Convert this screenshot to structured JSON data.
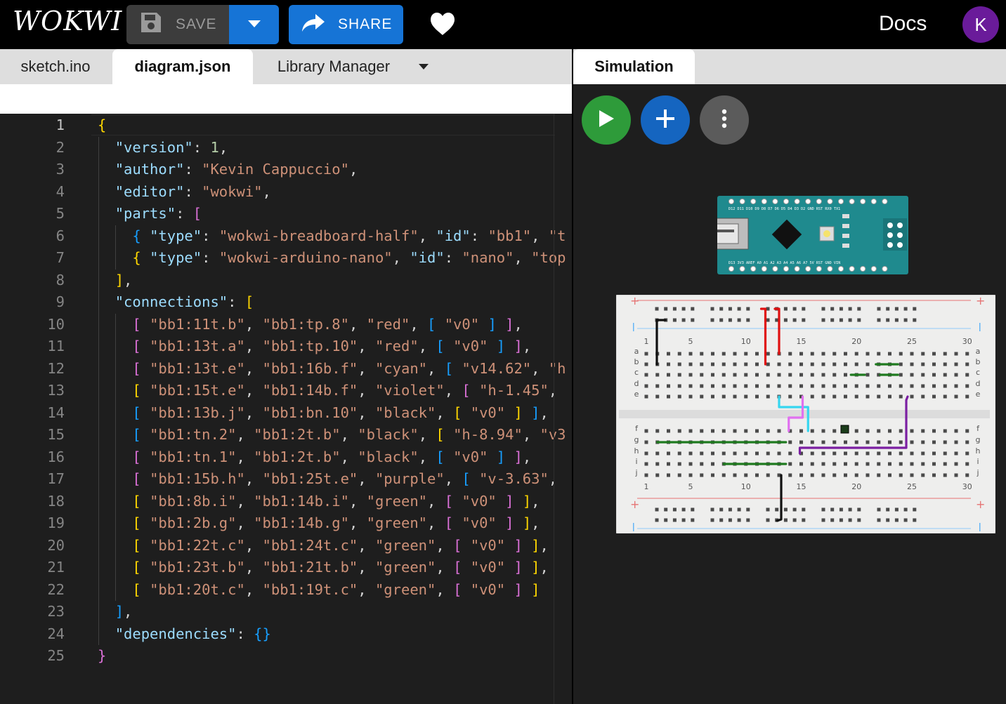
{
  "app": {
    "logo_text": "WOKWI",
    "save_label": "SAVE",
    "share_label": "SHARE",
    "docs_label": "Docs",
    "avatar_initial": "K",
    "colors": {
      "share_blue": "#1674d6",
      "avatar_purple": "#6a1b9a",
      "play_green": "#2e9b3a",
      "add_blue": "#1565c0"
    }
  },
  "editor": {
    "tabs": [
      {
        "label": "sketch.ino",
        "active": false
      },
      {
        "label": "diagram.json",
        "active": true
      },
      {
        "label": "Library Manager",
        "active": false
      }
    ],
    "active_line": 1,
    "lines": [
      "{",
      "  \"version\": 1,",
      "  \"author\": \"Kevin Cappuccio\",",
      "  \"editor\": \"wokwi\",",
      "  \"parts\": [",
      "    { \"type\": \"wokwi-breadboard-half\", \"id\": \"bb1\", \"t",
      "    { \"type\": \"wokwi-arduino-nano\", \"id\": \"nano\", \"top",
      "  ],",
      "  \"connections\": [",
      "    [ \"bb1:11t.b\", \"bb1:tp.8\", \"red\", [ \"v0\" ] ],",
      "    [ \"bb1:13t.a\", \"bb1:tp.10\", \"red\", [ \"v0\" ] ],",
      "    [ \"bb1:13t.e\", \"bb1:16b.f\", \"cyan\", [ \"v14.62\", \"h",
      "    [ \"bb1:15t.e\", \"bb1:14b.f\", \"violet\", [ \"h-1.45\",",
      "    [ \"bb1:13b.j\", \"bb1:bn.10\", \"black\", [ \"v0\" ] ],",
      "    [ \"bb1:tn.2\", \"bb1:2t.b\", \"black\", [ \"h-8.94\", \"v3",
      "    [ \"bb1:tn.1\", \"bb1:2t.b\", \"black\", [ \"v0\" ] ],",
      "    [ \"bb1:15b.h\", \"bb1:25t.e\", \"purple\", [ \"v-3.63\",",
      "    [ \"bb1:8b.i\", \"bb1:14b.i\", \"green\", [ \"v0\" ] ],",
      "    [ \"bb1:2b.g\", \"bb1:14b.g\", \"green\", [ \"v0\" ] ],",
      "    [ \"bb1:22t.c\", \"bb1:24t.c\", \"green\", [ \"v0\" ] ],",
      "    [ \"bb1:23t.b\", \"bb1:21t.b\", \"green\", [ \"v0\" ] ],",
      "    [ \"bb1:20t.c\", \"bb1:19t.c\", \"green\", [ \"v0\" ] ]",
      "  ],",
      "  \"dependencies\": {}",
      "}"
    ]
  },
  "simulation": {
    "tab_label": "Simulation",
    "buttons": [
      "play-icon",
      "plus-icon",
      "more-vertical-icon"
    ],
    "breadboard": {
      "column_numbers": [
        "1",
        "5",
        "10",
        "15",
        "20",
        "25",
        "30"
      ],
      "row_letters_top": [
        "a",
        "b",
        "c",
        "d",
        "e"
      ],
      "row_letters_bottom": [
        "f",
        "g",
        "h",
        "i",
        "j"
      ],
      "wire_colors": {
        "red": "#e01010",
        "black": "#111111",
        "cyan": "#35d6f0",
        "violet": "#e070f0",
        "purple": "#7b1fa2",
        "green": "#1f7a1f"
      }
    },
    "nano": {
      "top_pins_text": "D12 D11 D10 D9 D8 D7 D6 D5 D4 D3 D2 GND RST RX0 TX1",
      "bottom_pins_text": "D13 3V3 AREF A0 A1 A2 A3 A4 A5 A6 A7 5V RST GND VIN"
    }
  }
}
